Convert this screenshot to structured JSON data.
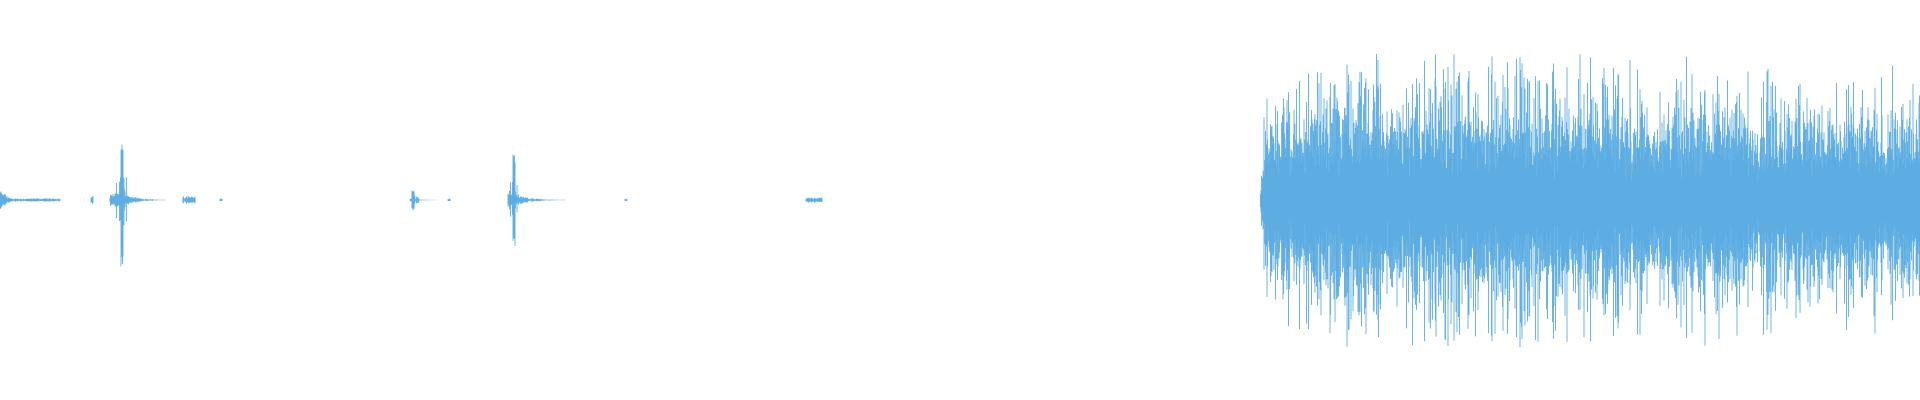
{
  "waveform": {
    "color": "#5dade2",
    "background": "#ffffff",
    "duration": 1920,
    "amplitude_scale": 1.0,
    "segments": [
      {
        "start": 0,
        "end": 10,
        "peak": 0.06,
        "base": 0.02,
        "kind": "decay"
      },
      {
        "start": 10,
        "end": 60,
        "peak": 0.012,
        "base": 0.004,
        "kind": "flat"
      },
      {
        "start": 91,
        "end": 93,
        "peak": 0.03,
        "base": 0.01,
        "kind": "tick"
      },
      {
        "start": 110,
        "end": 165,
        "peak": 0.5,
        "base": 0.04,
        "kind": "burst",
        "spike_at": 122
      },
      {
        "start": 183,
        "end": 195,
        "peak": 0.03,
        "base": 0.01,
        "kind": "flat"
      },
      {
        "start": 220,
        "end": 222,
        "peak": 0.01,
        "base": 0.005,
        "kind": "tick"
      },
      {
        "start": 410,
        "end": 440,
        "peak": 0.08,
        "base": 0.01,
        "kind": "burst",
        "spike_at": 413
      },
      {
        "start": 448,
        "end": 450,
        "peak": 0.01,
        "base": 0.005,
        "kind": "tick"
      },
      {
        "start": 508,
        "end": 565,
        "peak": 0.35,
        "base": 0.04,
        "kind": "burst",
        "spike_at": 514
      },
      {
        "start": 625,
        "end": 627,
        "peak": 0.01,
        "base": 0.005,
        "kind": "tick"
      },
      {
        "start": 806,
        "end": 822,
        "peak": 0.02,
        "base": 0.008,
        "kind": "flat"
      },
      {
        "start": 1260,
        "end": 1920,
        "peak": 1.0,
        "base": 0.3,
        "kind": "dense"
      }
    ]
  }
}
